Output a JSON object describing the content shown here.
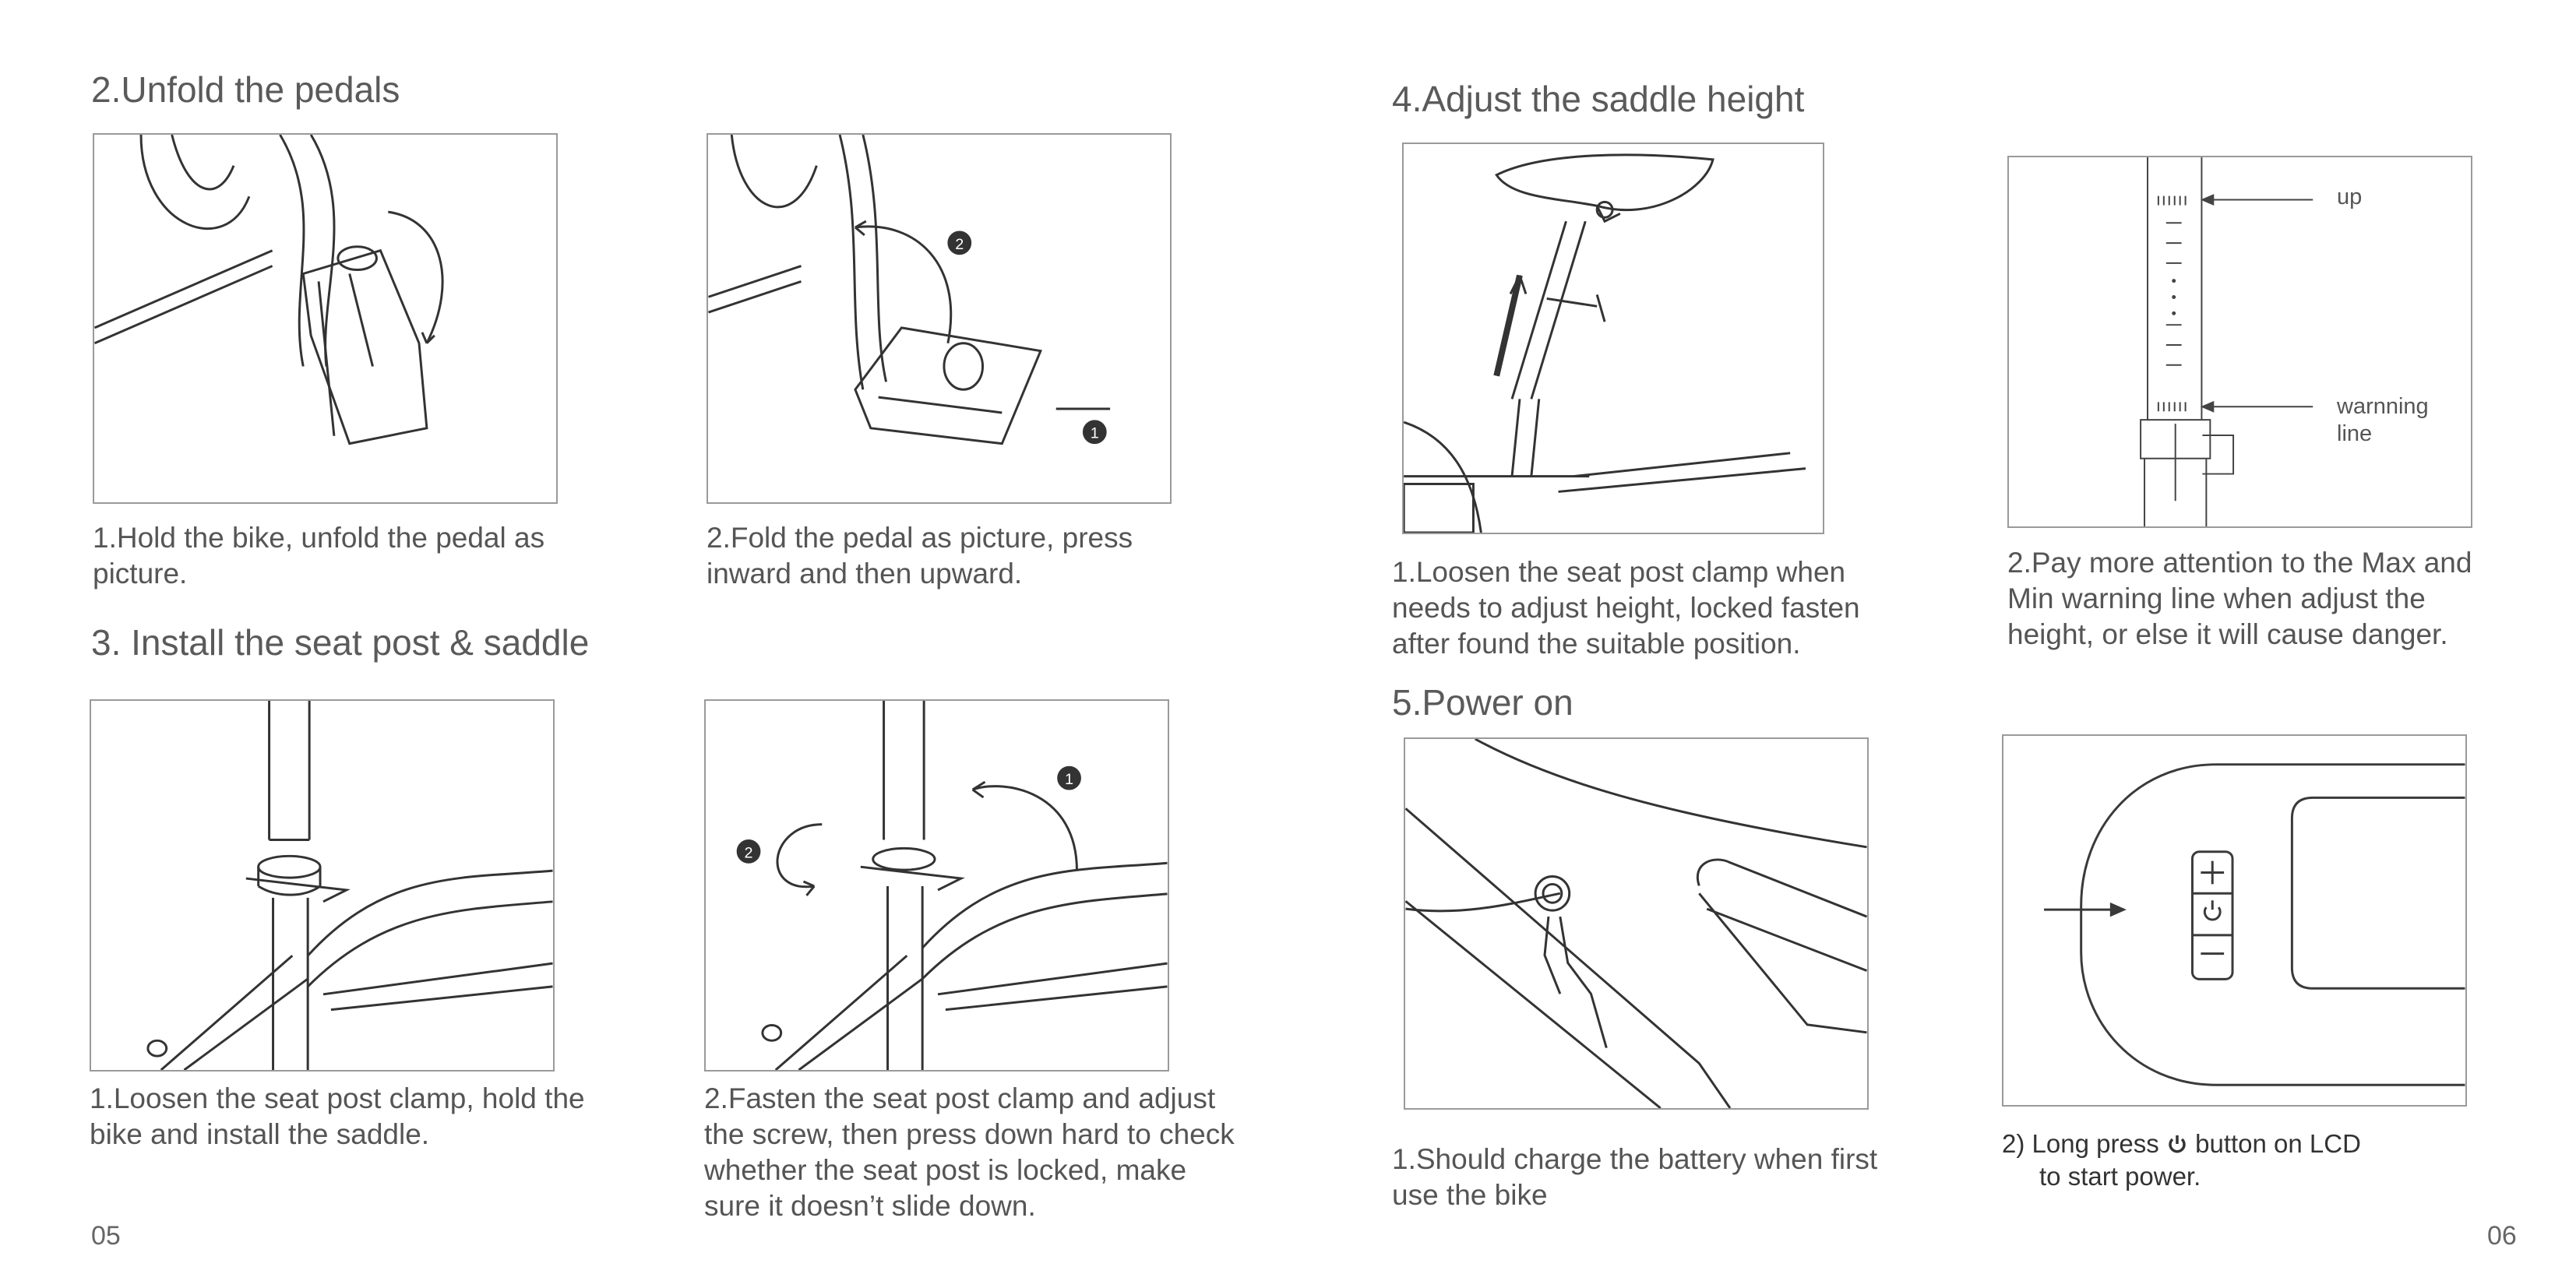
{
  "left_page": {
    "section_unfold": {
      "title": "2.Unfold the pedals",
      "step1": "1.Hold the bike, unfold the pedal as picture.",
      "step2": "2.Fold the pedal as picture, press inward and then upward.",
      "markers": [
        "1",
        "2"
      ]
    },
    "section_seatpost": {
      "title": "3. Install the seat post & saddle",
      "step1": "1.Loosen the seat post clamp, hold the bike and install the saddle.",
      "step2": "2.Fasten the seat post clamp and adjust the screw, then press down hard to check whether the seat post is locked, make sure it doesn’t slide down.",
      "markers": [
        "1",
        "2"
      ]
    },
    "page_number": "05"
  },
  "right_page": {
    "section_saddle": {
      "title": "4.Adjust the saddle height",
      "step1": "1.Loosen the seat post clamp when needs to adjust height, locked fasten after found the suitable position.",
      "step2": "2.Pay more attention to the Max and Min warning line when adjust the height, or else it will cause danger.",
      "label_up": "up",
      "label_warning_1": "warnning",
      "label_warning_2": "line"
    },
    "section_power": {
      "title": "5.Power on",
      "step1": "1.Should charge the battery when first use the bike",
      "step2_prefix": "2)  Long press",
      "step2_suffix": "button on LCD",
      "step2_line2": "to start power."
    },
    "page_number": "06"
  }
}
